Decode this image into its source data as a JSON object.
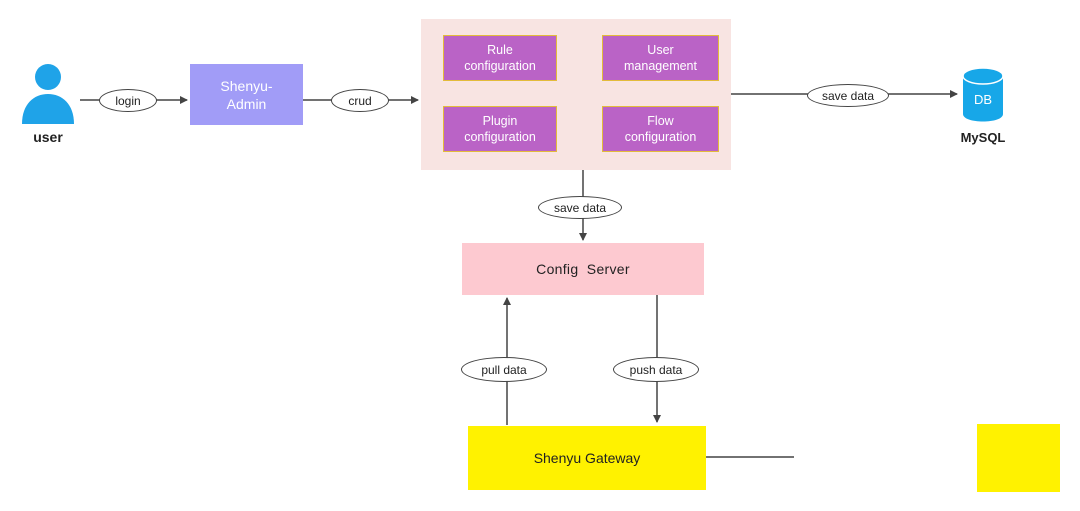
{
  "actors": {
    "user_label": "user"
  },
  "nodes": {
    "admin": "Shenyu-\nAdmin",
    "config_items": [
      "Rule\nconfiguration",
      "User\nmanagement",
      "Plugin\nconfiguration",
      "Flow\nconfiguration"
    ],
    "database_badge": "DB",
    "database_label": "MySQL",
    "config_server": "Config  Server",
    "gateway": "Shenyu Gateway"
  },
  "edges": {
    "login": "login",
    "crud": "crud",
    "save_data_db": "save data",
    "save_data_server": "save data",
    "pull_data": "pull data",
    "push_data": "push data"
  },
  "colors": {
    "user_icon": "#1fa3e8",
    "admin": "#a19cf7",
    "config_panel": "#f8e4e2",
    "config_item": "#ba63c6",
    "config_item_border": "#e3bb3b",
    "database": "#17a7e8",
    "config_server": "#fdc9d0",
    "gateway": "#fff200",
    "line": "#444444"
  }
}
